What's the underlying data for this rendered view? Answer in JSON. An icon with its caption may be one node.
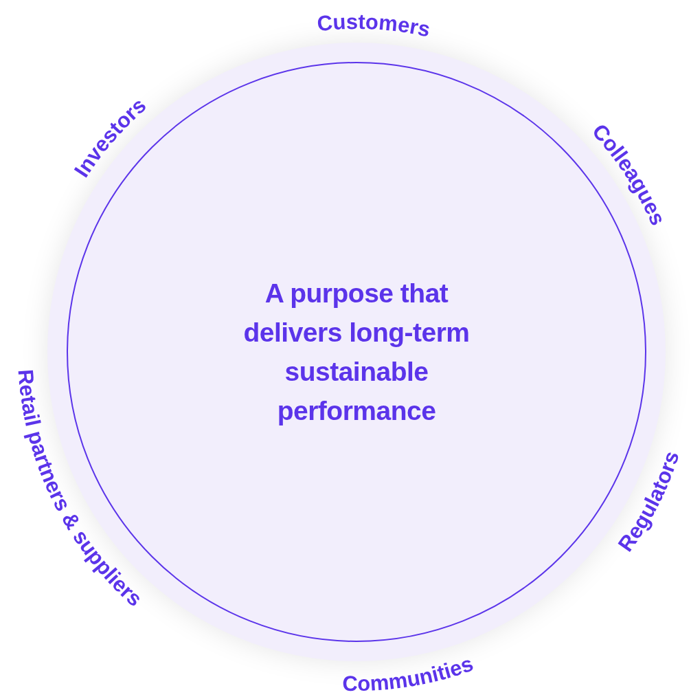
{
  "diagram": {
    "nodes": [
      {
        "text": [],
        "shape": "circle"
      },
      {
        "text": [
          "A purpose that delivers long-term sustainable performance"
        ],
        "in": 0
      }
    ],
    "labels": [
      "Customers",
      "Colleagues",
      "Regulators",
      "Communities",
      "Retail partners & suppliers",
      "Investors"
    ]
  }
}
